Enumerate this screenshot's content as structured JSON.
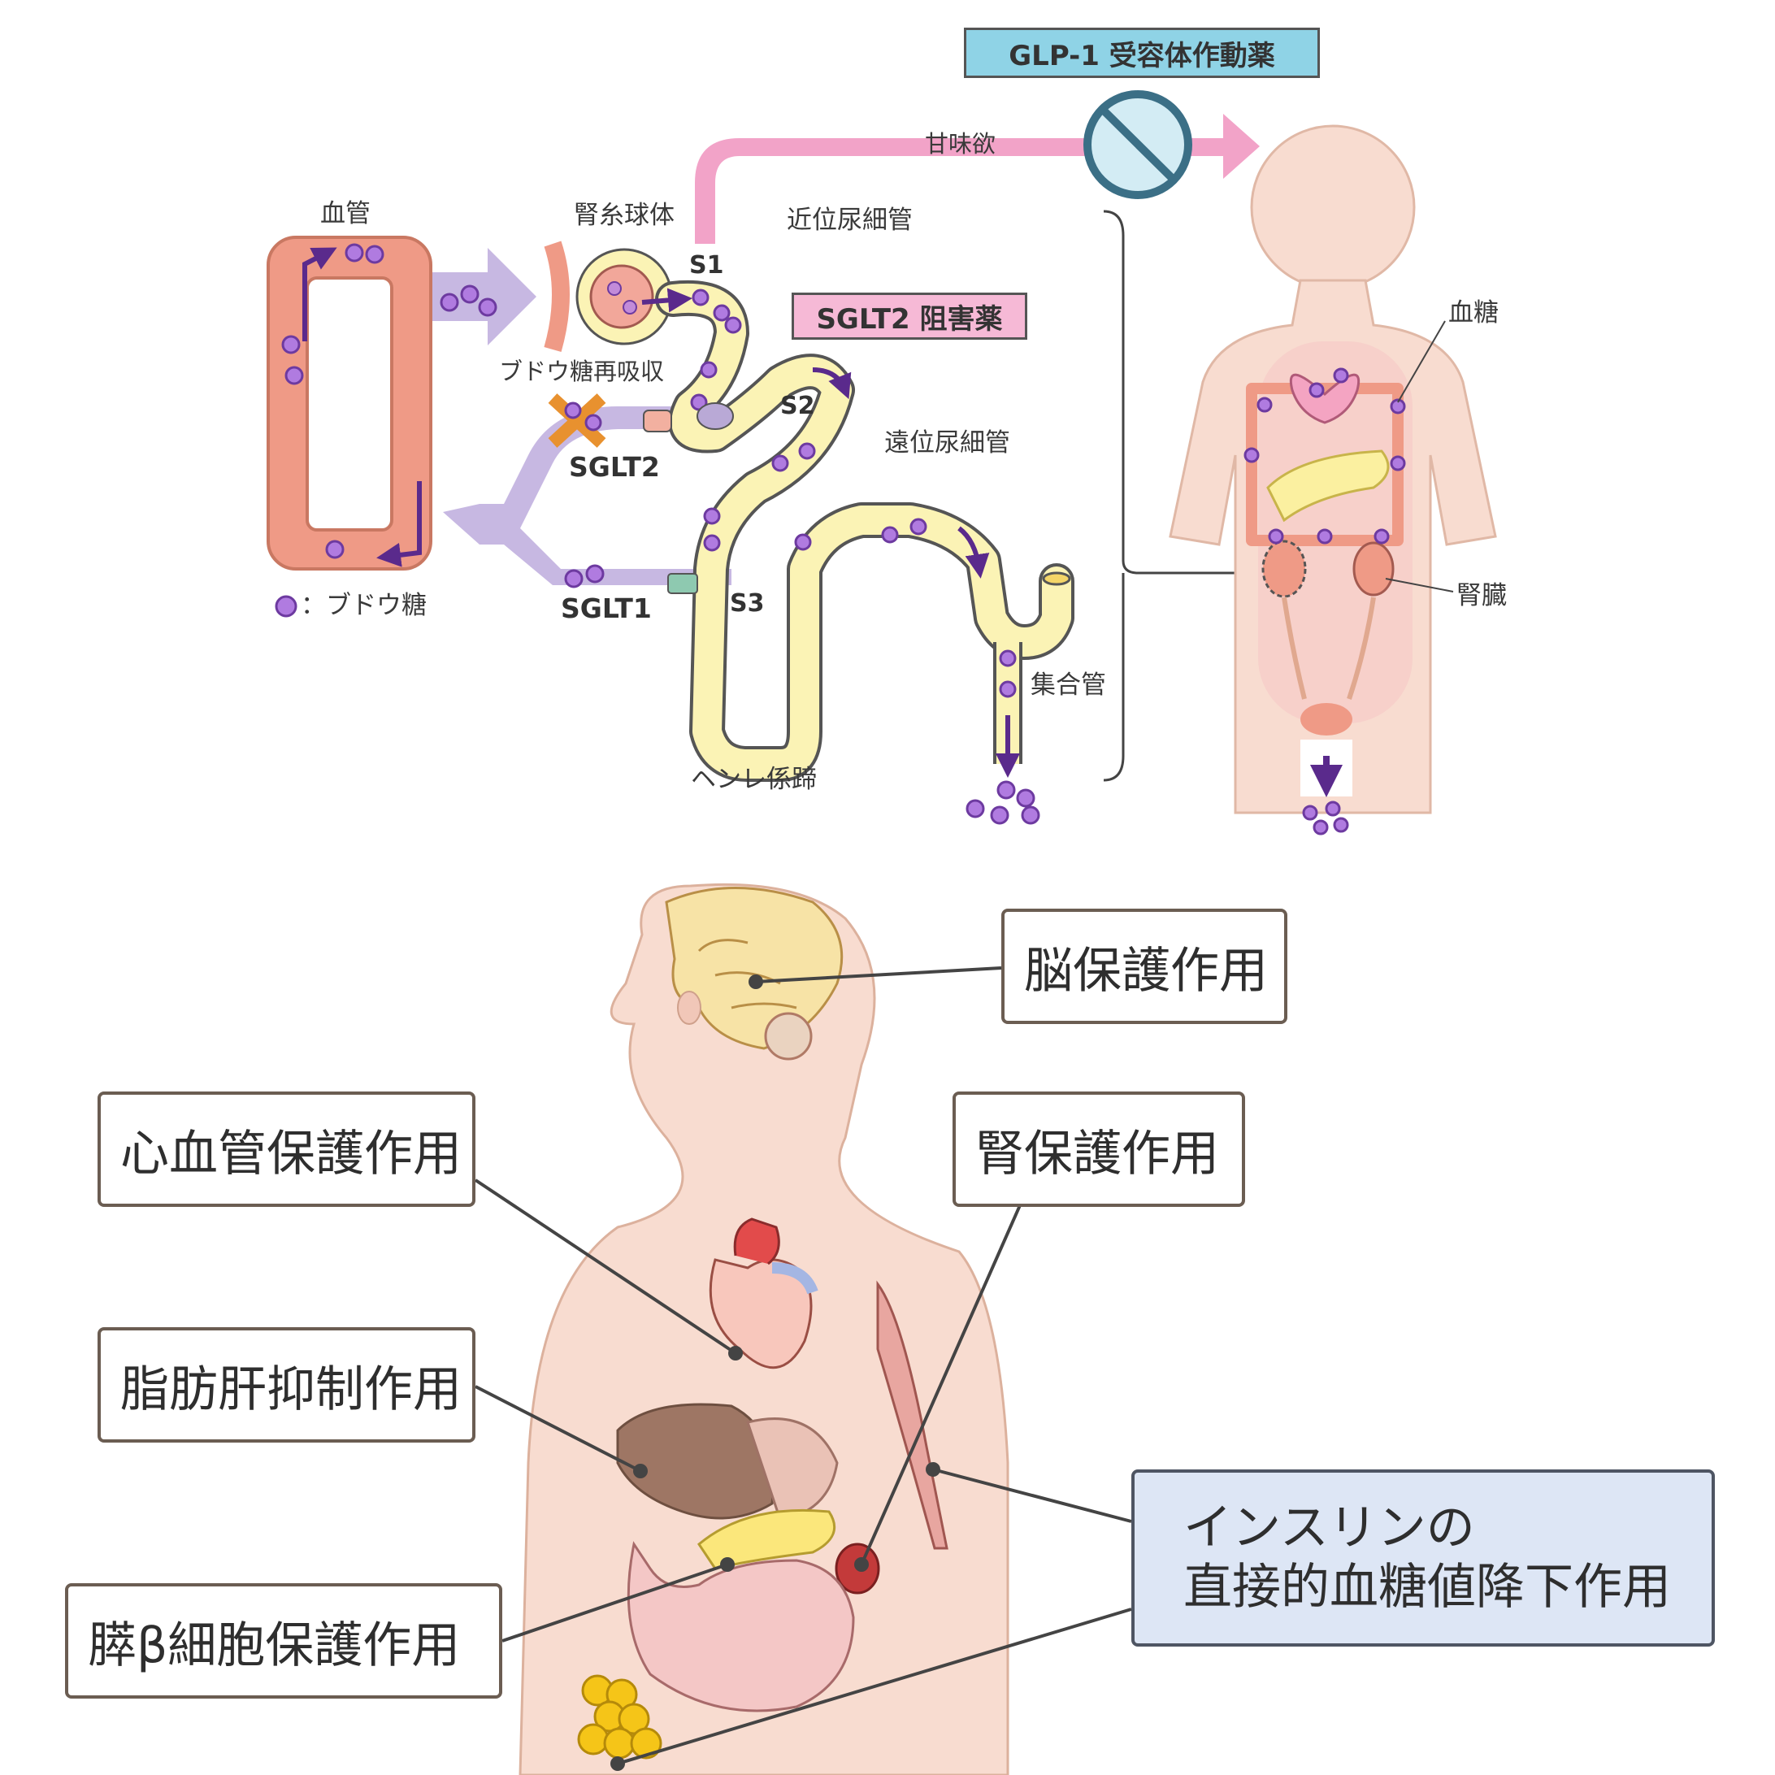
{
  "top": {
    "blood_vessel": "血管",
    "glomerulus": "腎糸球体",
    "proximal_tubule": "近位尿細管",
    "s1": "S1",
    "s2": "S2",
    "s3": "S3",
    "glucose_reabsorption": "ブドウ糖再吸収",
    "sglt2_drug": "SGLT2 阻害薬",
    "sglt2": "SGLT2",
    "sglt1": "SGLT1",
    "distal_tubule": "遠位尿細管",
    "loop_of_henle": "ヘンレ係蹄",
    "collecting_duct": "集合管",
    "legend_glucose": "：ブドウ糖",
    "glp1_drug": "GLP-1 受容体作動薬",
    "sweet_craving": "甘味欲",
    "blood_glucose": "血糖",
    "kidney": "腎臓"
  },
  "bottom": {
    "brain": "脳保護作用",
    "cardio": "心血管保護作用",
    "kidney": "腎保護作用",
    "fatty_liver": "脂肪肝抑制作用",
    "beta_cell": "膵β細胞保護作用",
    "insulin_line1": "インスリンの",
    "insulin_line2": "直接的血糖値降下作用"
  },
  "colors": {
    "vessel": "#ef9a86",
    "tubule": "#fbf3b5",
    "glucose": "#9b59c8",
    "glp1_tag": "#8fd3e6",
    "sglt2_tag": "#f6b9d6",
    "sweet_arrow": "#f2a3c8",
    "insulin_box": "#dde6f5",
    "skin": "#f8dcd0"
  }
}
